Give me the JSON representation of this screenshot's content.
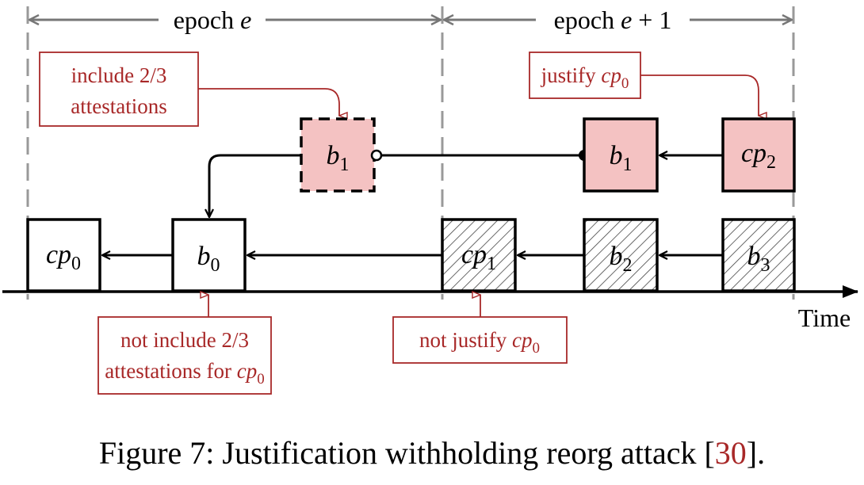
{
  "epochs": [
    {
      "label_prefix": "epoch ",
      "label_var": "e",
      "label_suffix": ""
    },
    {
      "label_prefix": "epoch ",
      "label_var": "e",
      "label_suffix": " + 1"
    }
  ],
  "blocks_top": [
    {
      "id": "b1-withheld",
      "base": "b",
      "sub": "1",
      "style": "dashed-pink"
    },
    {
      "id": "b1",
      "base": "b",
      "sub": "1",
      "style": "solid-pink"
    },
    {
      "id": "cp2",
      "base": "cp",
      "sub": "2",
      "style": "solid-pink"
    }
  ],
  "blocks_bottom": [
    {
      "id": "cp0",
      "base": "cp",
      "sub": "0",
      "style": "plain"
    },
    {
      "id": "b0",
      "base": "b",
      "sub": "0",
      "style": "plain"
    },
    {
      "id": "cp1",
      "base": "cp",
      "sub": "1",
      "style": "hatched"
    },
    {
      "id": "b2",
      "base": "b",
      "sub": "2",
      "style": "hatched"
    },
    {
      "id": "b3",
      "base": "b",
      "sub": "3",
      "style": "hatched"
    }
  ],
  "annotations": {
    "include": {
      "line1": "include 2/3",
      "line2": "attestations"
    },
    "justify": {
      "text": "justify ",
      "var": "cp",
      "sub": "0"
    },
    "not_include": {
      "line1": "not include 2/3",
      "line2_text": "attestations for ",
      "var": "cp",
      "sub": "0"
    },
    "not_justify": {
      "text": "not justify ",
      "var": "cp",
      "sub": "0"
    }
  },
  "axis": {
    "label": "Time"
  },
  "caption": {
    "prefix": "Figure 7: Justification withholding reorg attack [",
    "ref": "30",
    "suffix": "]."
  },
  "colors": {
    "annotation": "#a82828",
    "pink_fill": "#f4c2c2",
    "epoch_line": "#777777",
    "divider": "#999999"
  }
}
